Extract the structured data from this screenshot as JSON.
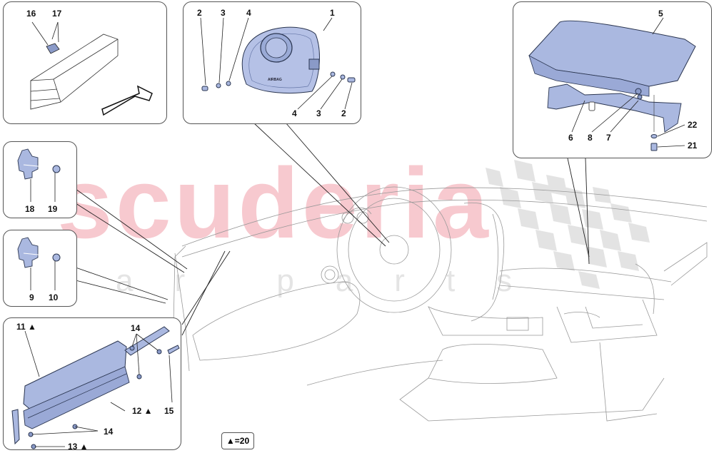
{
  "diagram": {
    "type": "exploded parts diagram",
    "subject": "Airbags",
    "watermark": {
      "main": "scuderia",
      "sub": "car parts"
    },
    "legend": {
      "symbol": "▲",
      "text": "=20"
    },
    "callouts": {
      "p_top_left": [
        "16",
        "17"
      ],
      "p_steering": [
        "2",
        "3",
        "4",
        "1",
        "4",
        "3",
        "2"
      ],
      "p_dash": [
        "5",
        "6",
        "8",
        "7",
        "22",
        "21"
      ],
      "p_sensor_a": [
        "18",
        "19"
      ],
      "p_sensor_b": [
        "9",
        "10"
      ],
      "p_knee": [
        "11 ▲",
        "14",
        "12 ▲",
        "15",
        "14",
        "13 ▲"
      ]
    },
    "part_labels": {
      "steering_airbag_text": "AIRBAG"
    },
    "colors": {
      "part_fill": "#aab8e0",
      "part_stroke": "#2a3550",
      "watermark_red": "#f7c9cf",
      "checker_gray": "#e2e2e2",
      "panel_border": "#555555"
    }
  }
}
